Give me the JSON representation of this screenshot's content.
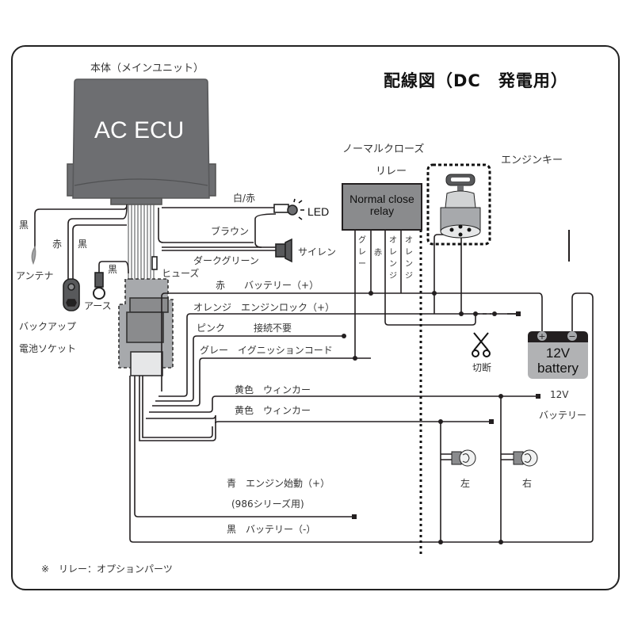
{
  "title": "配線図（DC　発電用）",
  "ecu": {
    "caption": "本体（メインユニット）",
    "label": "AC ECU"
  },
  "relay": {
    "caption_line1": "ノーマルクローズ",
    "caption_line2": "リレー",
    "label_line1": "Normal close",
    "label_line2": "relay",
    "pins": [
      "グレー",
      "赤",
      "オレンジ",
      "オレンジ"
    ]
  },
  "engine_key": {
    "caption": "エンジンキー"
  },
  "battery": {
    "label_line1": "12V",
    "label_line2": "battery",
    "plus": "+",
    "minus": "−"
  },
  "battery_note": {
    "line1": "12V",
    "line2": "バッテリー"
  },
  "cut": {
    "label": "切断"
  },
  "lamps": {
    "left": "左",
    "right": "右"
  },
  "peripherals": {
    "led_wire": "白/赤",
    "led": "LED",
    "siren_wire": "ブラウン",
    "siren": "サイレン",
    "fuse_wire": "ダークグリーン",
    "fuse": "ヒューズ",
    "antenna_wire": "黒",
    "antenna": "アンテナ",
    "backup_wire_red": "赤",
    "backup_wire_black": "黒",
    "backup_line1": "バックアップ",
    "backup_line2": "電池ソケット",
    "ground_wire": "黒",
    "ground": "アース"
  },
  "wires": [
    {
      "color": "赤",
      "function": "バッテリー（+）"
    },
    {
      "color": "オレンジ",
      "function": "エンジンロック（+）"
    },
    {
      "color": "ピンク",
      "function": "接続不要"
    },
    {
      "color": "グレー",
      "function": "イグニッションコード"
    },
    {
      "color": "黄色",
      "function": "ウィンカー"
    },
    {
      "color": "黄色",
      "function": "ウィンカー"
    },
    {
      "color": "青",
      "function": "エンジン始動（+）"
    },
    {
      "color": "",
      "function": "(986シリーズ用)"
    },
    {
      "color": "黒",
      "function": "バッテリー（-）"
    }
  ],
  "footnote": "※　リレー：オプションパーツ",
  "colors": {
    "ecu_body": "#6d6e71",
    "relay_body": "#8a8b8d",
    "battery_top": "#231f20",
    "battery_body": "#b1b2b4",
    "wire": "#231f20",
    "harness_gray": "#a7a9ac"
  }
}
